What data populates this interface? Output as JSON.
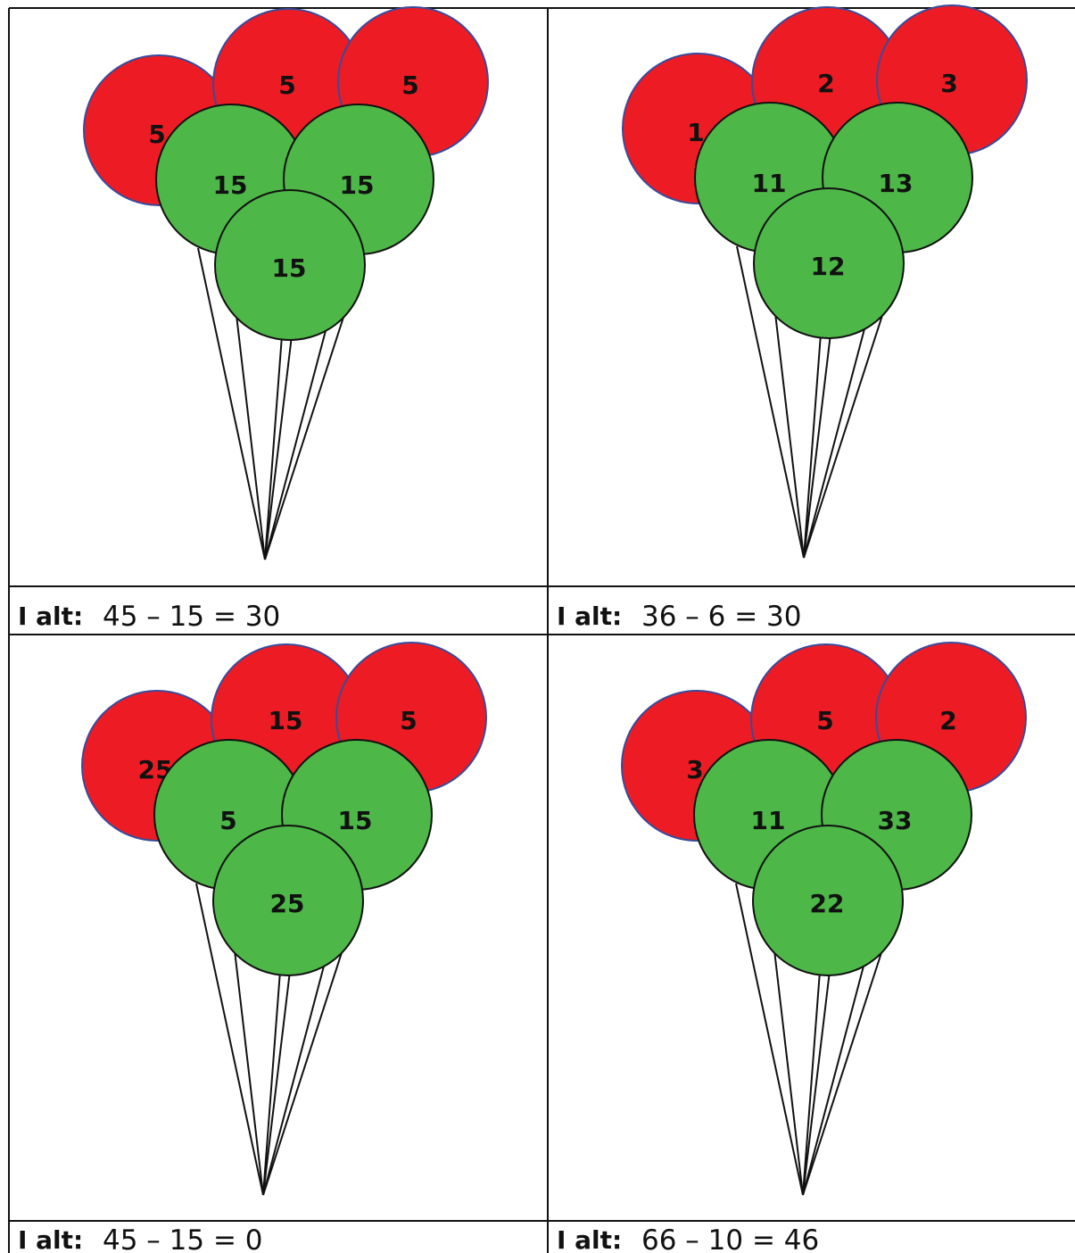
{
  "colors": {
    "red_balloon": "#ed1c24",
    "red_outline": "#3a4a9a",
    "green_balloon": "#4db848",
    "green_outline": "#111111",
    "string": "#111111",
    "grid": "#111111"
  },
  "cells": [
    {
      "red": [
        "5",
        "5",
        "5"
      ],
      "green": [
        "15",
        "15",
        "15"
      ],
      "label": "I alt:",
      "equation": "45 – 15 = 30"
    },
    {
      "red": [
        "1",
        "2",
        "3"
      ],
      "green": [
        "11",
        "13",
        "12"
      ],
      "label": "I alt:",
      "equation": "36 – 6 = 30"
    },
    {
      "red": [
        "25",
        "15",
        "5"
      ],
      "green": [
        "5",
        "15",
        "25"
      ],
      "label": "I alt:",
      "equation": "45 – 15 = 0"
    },
    {
      "red": [
        "3",
        "5",
        "2"
      ],
      "green": [
        "11",
        "33",
        "22"
      ],
      "label": "I alt:",
      "equation": "66 – 10 = 46"
    }
  ]
}
